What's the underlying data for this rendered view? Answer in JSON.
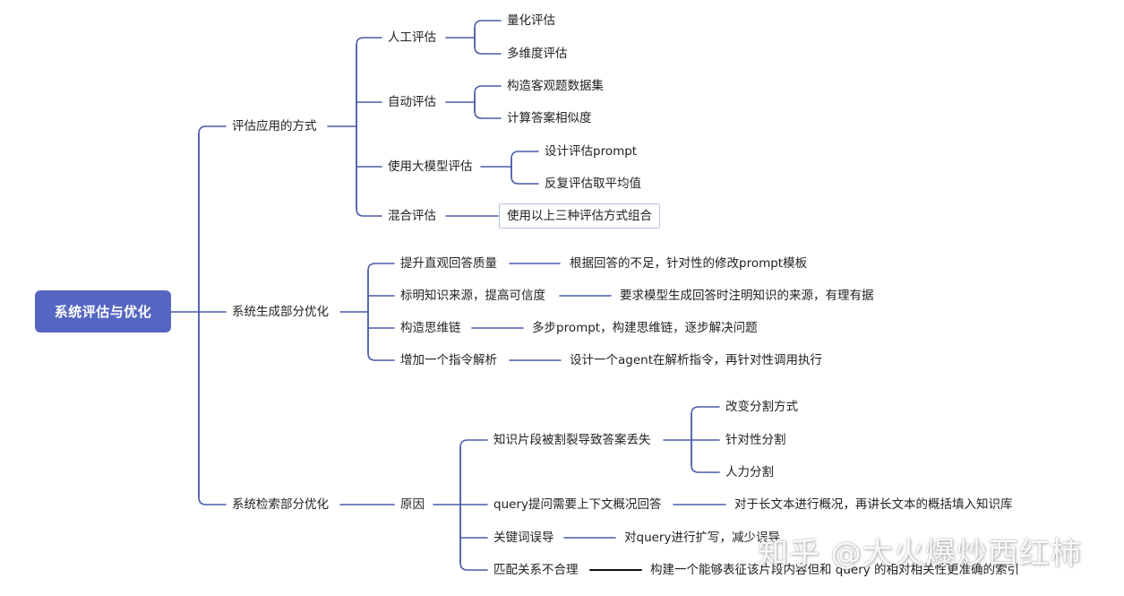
{
  "root": "系统评估与优化",
  "branches": {
    "eval": {
      "label": "评估应用的方式",
      "manual": {
        "label": "人工评估",
        "children": [
          "量化评估",
          "多维度评估"
        ]
      },
      "auto": {
        "label": "自动评估",
        "children": [
          "构造客观题数据集",
          "计算答案相似度"
        ]
      },
      "llm": {
        "label": "使用大模型评估",
        "children": [
          "设计评估prompt",
          "反复评估取平均值"
        ]
      },
      "mixed": {
        "label": "混合评估",
        "child": "使用以上三种评估方式组合"
      }
    },
    "gen": {
      "label": "系统生成部分优化",
      "items": [
        {
          "label": "提升直观回答质量",
          "detail": "根据回答的不足，针对性的修改prompt模板"
        },
        {
          "label": "标明知识来源，提高可信度",
          "detail": "要求模型生成回答时注明知识的来源，有理有据"
        },
        {
          "label": "构造思维链",
          "detail": "多步prompt，构建思维链，逐步解决问题"
        },
        {
          "label": "增加一个指令解析",
          "detail": "设计一个agent在解析指令，再针对性调用执行"
        }
      ]
    },
    "ret": {
      "label": "系统检索部分优化",
      "cause": "原因",
      "split": {
        "label": "知识片段被割裂导致答案丢失",
        "children": [
          "改变分割方式",
          "针对性分割",
          "人力分割"
        ]
      },
      "items": [
        {
          "label": "query提问需要上下文概况回答",
          "detail": "对于长文本进行概况，再讲长文本的概括填入知识库"
        },
        {
          "label": "关键词误导",
          "detail": "对query进行扩写，减少误导"
        },
        {
          "label": "匹配关系不合理",
          "detail": "构建一个能够表征该片段内容但和 query 的相对相关性更准确的索引"
        }
      ]
    }
  },
  "watermark": "知乎 @大火爆炒西红柿",
  "colors": {
    "line": "#4a5aa8",
    "root_fill": "#5566c2",
    "box_border": "#b7c3e6"
  }
}
